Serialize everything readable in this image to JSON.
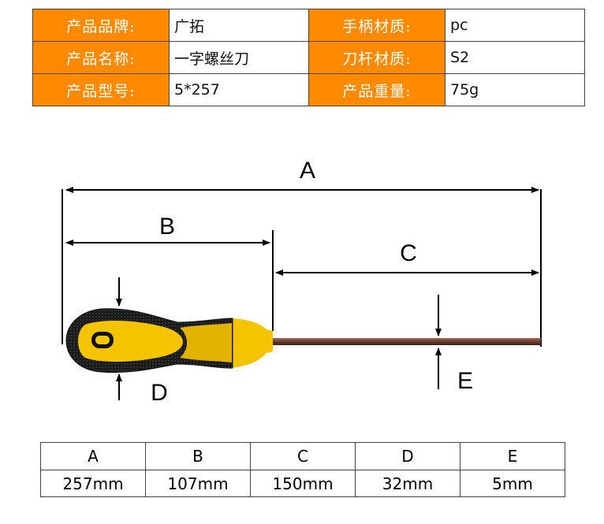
{
  "specs": [
    {
      "label": "产品品牌:",
      "value": "广拓"
    },
    {
      "label": "手柄材质:",
      "value": "pc"
    },
    {
      "label": "产品名称:",
      "value": "一字螺丝刀"
    },
    {
      "label": "刀杆材质:",
      "value": "S2"
    },
    {
      "label": "产品型号:",
      "value": "5*257"
    },
    {
      "label": "产品重量:",
      "value": "75g"
    }
  ],
  "diagram": {
    "a": "A",
    "b": "B",
    "c": "C",
    "d": "D",
    "e": "E"
  },
  "dims": {
    "headers": [
      "A",
      "B",
      "C",
      "D",
      "E"
    ],
    "values": [
      "257mm",
      "107mm",
      "150mm",
      "32mm",
      "5mm"
    ]
  },
  "colors": {
    "label_bg": "#ff8a00",
    "handle_yellow": "#f5c400",
    "grip_black": "#1a1a1a",
    "shaft": "#6b3a2e"
  }
}
